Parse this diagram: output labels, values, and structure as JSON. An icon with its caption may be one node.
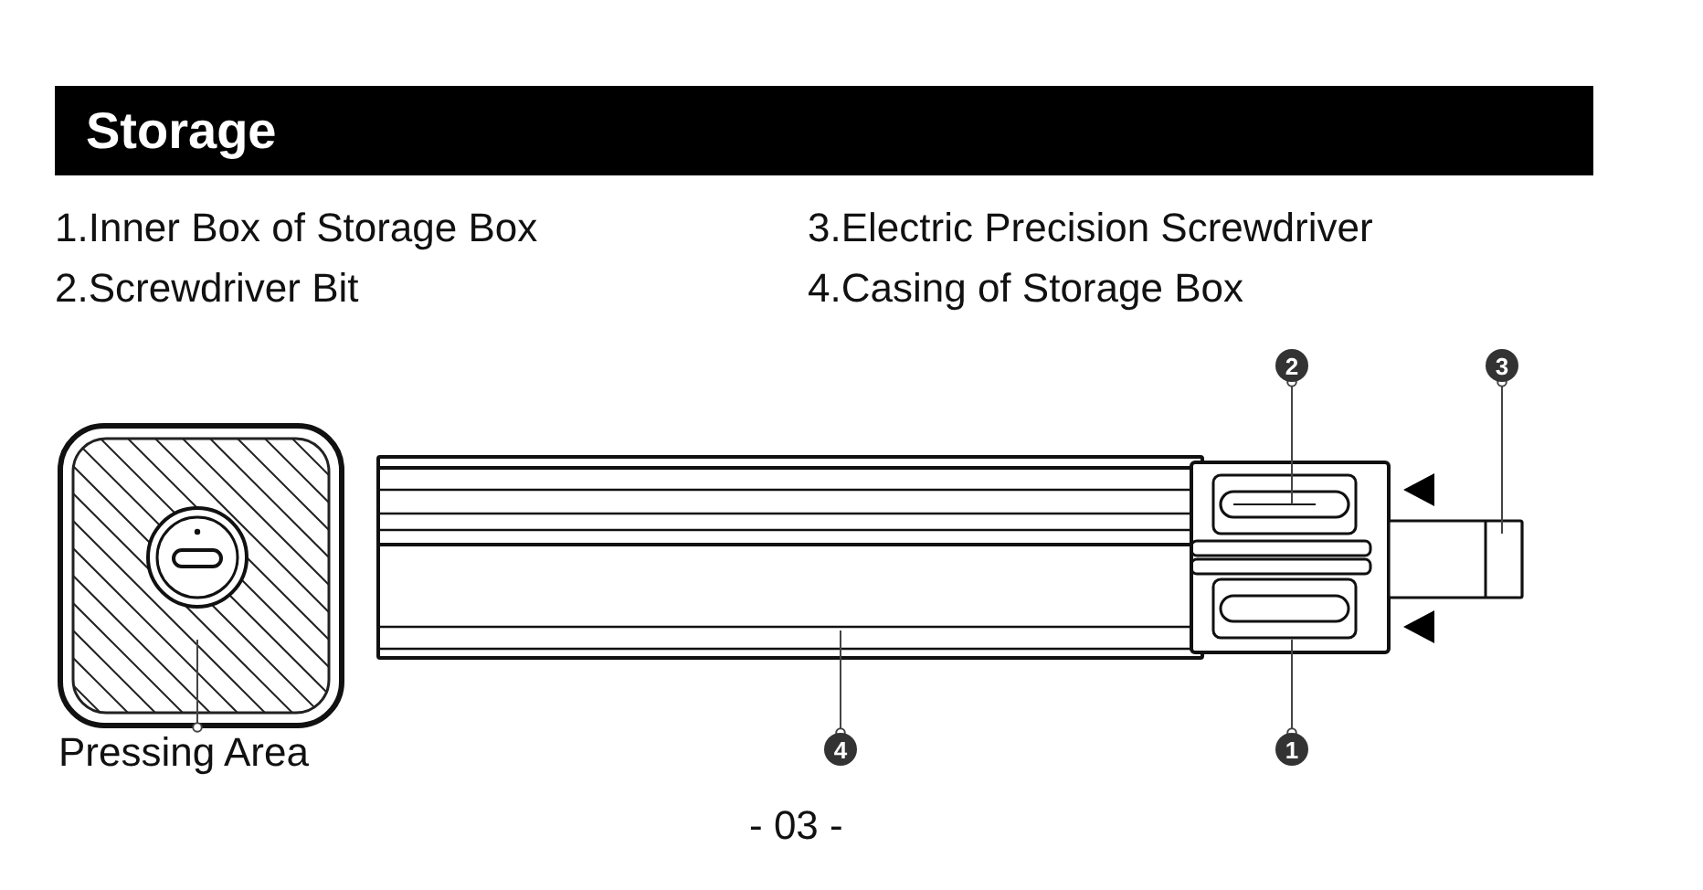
{
  "diagram": {
    "title": "Storage",
    "nodes": [
      {
        "text": [
          "2"
        ]
      },
      {
        "text": [
          "3"
        ]
      },
      {
        "text": [],
        "shape": "box"
      },
      {
        "text": [],
        "shape": "box"
      },
      {
        "text": [],
        "shape": "box"
      },
      {
        "text": [],
        "shape": "bar",
        "in": 4
      },
      {
        "text": [],
        "shape": "bar"
      },
      {
        "text": [
          "Pressing Area"
        ]
      },
      {
        "text": [
          "4"
        ]
      },
      {
        "text": [
          "1"
        ]
      }
    ],
    "edges": [
      {
        "from": 0,
        "to": 5,
        "arrow": "other"
      },
      {
        "from": 1,
        "to": 6,
        "arrow": "other"
      },
      {
        "from": 7,
        "to": 2,
        "arrow": "other"
      },
      {
        "from": 8,
        "to": 3,
        "arrow": "other"
      },
      {
        "from": 9,
        "to": 4,
        "arrow": "other"
      }
    ],
    "labels": [
      "1.Inner Box of Storage Box",
      "3.Electric Precision Screwdriver",
      "2.Screwdriver Bit",
      "4.Casing of Storage Box",
      "- 03 -"
    ]
  }
}
